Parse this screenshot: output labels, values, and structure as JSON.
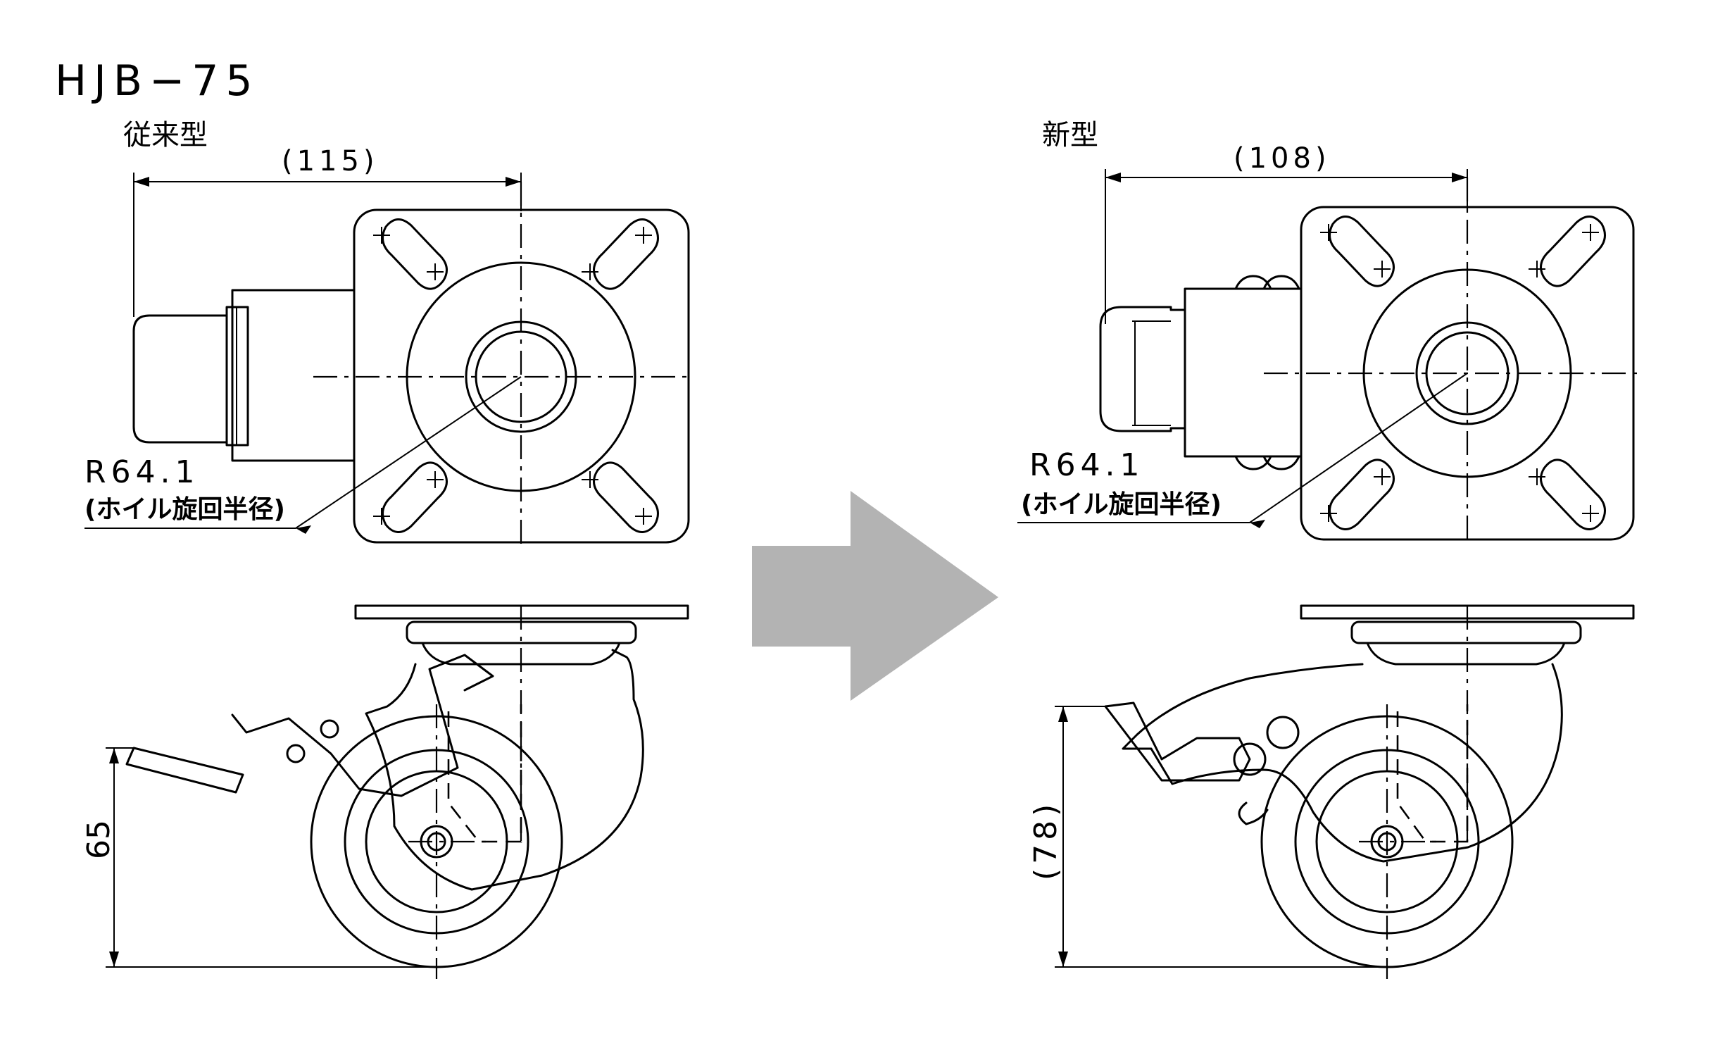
{
  "title": "HJB−75",
  "old": {
    "label": "従来型",
    "width_dim": "(115)",
    "radius_value": "R64.1",
    "radius_note": "(ホイル旋回半径)",
    "height_dim": "65"
  },
  "new": {
    "label": "新型",
    "width_dim": "(108)",
    "radius_value": "R64.1",
    "radius_note": "(ホイル旋回半径)",
    "height_dim": "(78)"
  },
  "arrow_color": "#b3b3b3",
  "line_color": "#000000"
}
